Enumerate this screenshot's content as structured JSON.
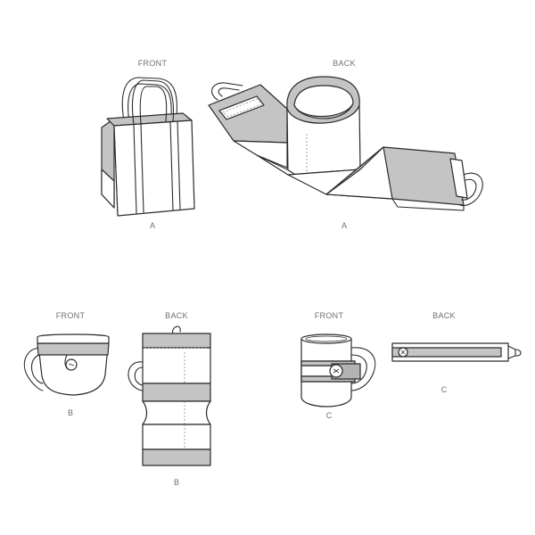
{
  "views": [
    {
      "id": "a-front",
      "heading": "FRONT",
      "letter": "A"
    },
    {
      "id": "a-back",
      "heading": "BACK",
      "letter": "A"
    },
    {
      "id": "b-front",
      "heading": "FRONT",
      "letter": "B"
    },
    {
      "id": "b-back",
      "heading": "BACK",
      "letter": "B"
    },
    {
      "id": "c-front",
      "heading": "FRONT",
      "letter": "C"
    },
    {
      "id": "c-back",
      "heading": "BACK",
      "letter": "C"
    }
  ],
  "colors": {
    "outline": "#2b2b2b",
    "fill": "#ffffff",
    "contrast": "#c4c4c4",
    "label": "#6f6f6f"
  }
}
